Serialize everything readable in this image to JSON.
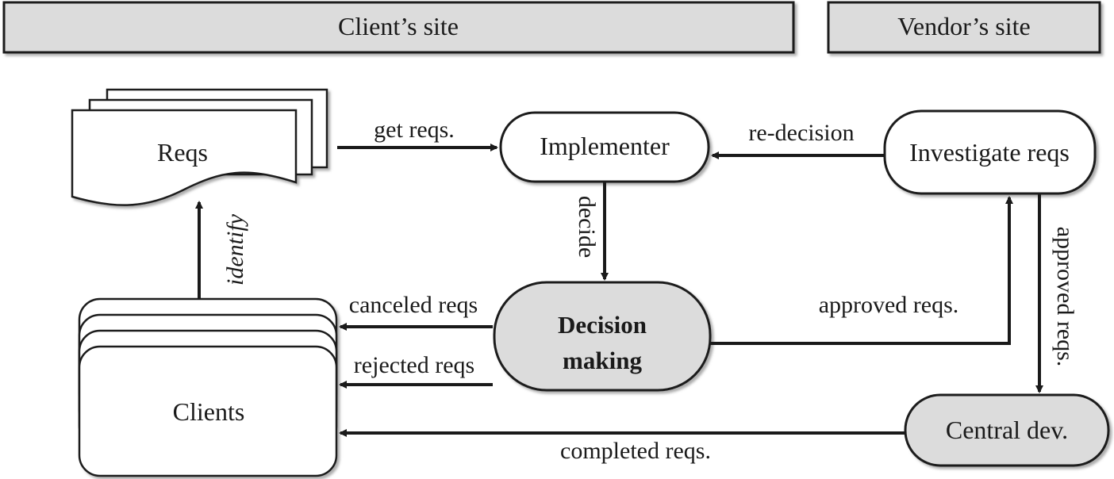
{
  "headers": {
    "client_site": "Client’s site",
    "vendor_site": "Vendor’s site"
  },
  "nodes": {
    "reqs": "Reqs",
    "implementer": "Implementer",
    "investigate": "Investigate reqs",
    "decision_line1": "Decision",
    "decision_line2": "making",
    "clients": "Clients",
    "central_dev": "Central dev."
  },
  "edges": {
    "get_reqs": "get reqs.",
    "re_decision": "re-decision",
    "decide": "decide",
    "identify": "identify",
    "canceled": "canceled reqs",
    "rejected": "rejected reqs",
    "approved_h": "approved reqs.",
    "approved_v": "approved reqs.",
    "completed": "completed reqs."
  },
  "colors": {
    "stroke": "#1a1a1a",
    "gray_fill": "#dcdcdc",
    "white_fill": "#ffffff"
  }
}
